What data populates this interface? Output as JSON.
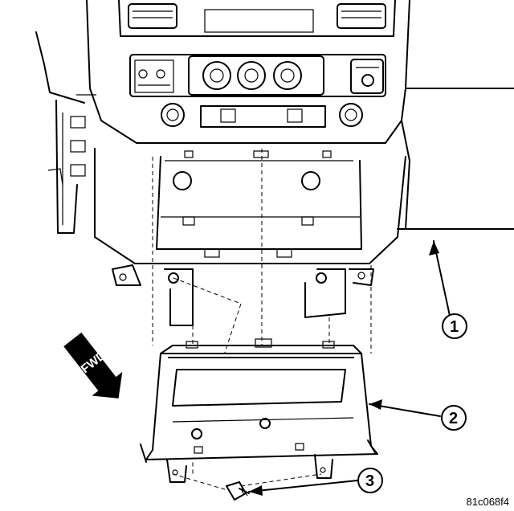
{
  "callouts": [
    {
      "id": "1",
      "label": "1"
    },
    {
      "id": "2",
      "label": "2"
    },
    {
      "id": "3",
      "label": "3"
    }
  ],
  "direction_badge": "FWD",
  "figure_code": "81c068f4"
}
